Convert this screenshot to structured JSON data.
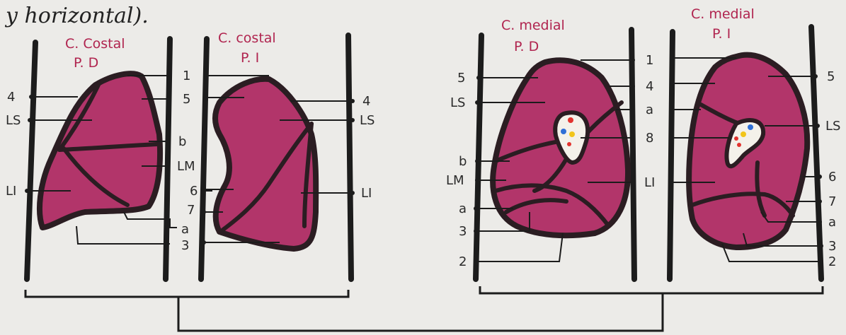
{
  "header_text": "y horizontal).",
  "panels": {
    "costal_d": {
      "title_line1": "C. Costal",
      "title_line2": "P. D"
    },
    "costal_i": {
      "title_line1": "C. costal",
      "title_line2": "P. I"
    },
    "medial_d": {
      "title_line1": "C. medial",
      "title_line2": "P. D"
    },
    "medial_i": {
      "title_line1": "C. medial",
      "title_line2": "P. I"
    }
  },
  "labels": {
    "p1_left": [
      "4",
      "LS",
      "LI"
    ],
    "p1_right": [
      "1",
      "5",
      "b",
      "LM",
      "6",
      "7",
      "a",
      "3"
    ],
    "p2_right": [
      "4",
      "LS",
      "LI"
    ],
    "p3_left": [
      "5",
      "LS",
      "b",
      "LM",
      "a",
      "3",
      "2"
    ],
    "p3_right": [
      "1",
      "4",
      "a",
      "8",
      "LI"
    ],
    "p4_right": [
      "5",
      "LS",
      "6",
      "7",
      "a",
      "3",
      "2"
    ]
  },
  "colors": {
    "lung_fill": "#b2356a",
    "outline": "#2b1d22",
    "title_ink": "#b0244f",
    "paper": "#ecebe8",
    "hilum_dots": [
      "#e2332f",
      "#2f6fd6",
      "#f2c51a"
    ]
  }
}
